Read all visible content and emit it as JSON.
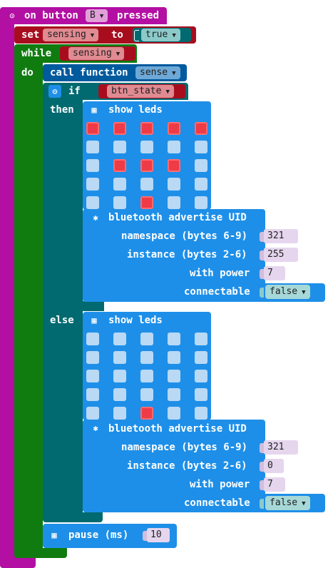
{
  "event": {
    "label_on": "on button",
    "button": "B",
    "label_pressed": "pressed"
  },
  "set_block": {
    "label": "set",
    "variable": "sensing",
    "label_to": "to",
    "value": "true"
  },
  "while_block": {
    "label": "while",
    "condition": "sensing",
    "do_label": "do"
  },
  "call_block": {
    "label": "call function",
    "function": "sense"
  },
  "if_block": {
    "if_label": "if",
    "condition": "btn_state",
    "then_label": "then",
    "else_label": "else"
  },
  "show_leds_label": "show leds",
  "leds_then": [
    [
      1,
      1,
      1,
      1,
      1
    ],
    [
      0,
      0,
      0,
      0,
      0
    ],
    [
      0,
      1,
      1,
      1,
      0
    ],
    [
      0,
      0,
      0,
      0,
      0
    ],
    [
      0,
      0,
      1,
      0,
      0
    ]
  ],
  "leds_else": [
    [
      0,
      0,
      0,
      0,
      0
    ],
    [
      0,
      0,
      0,
      0,
      0
    ],
    [
      0,
      0,
      0,
      0,
      0
    ],
    [
      0,
      0,
      0,
      0,
      0
    ],
    [
      0,
      0,
      1,
      0,
      0
    ]
  ],
  "bt_then": {
    "title": "bluetooth advertise UID",
    "ns_label": "namespace (bytes 6-9)",
    "ns": "321",
    "inst_label": "instance (bytes 2-6)",
    "inst": "255",
    "power_label": "with power",
    "power": "7",
    "conn_label": "connectable",
    "conn": "false"
  },
  "bt_else": {
    "title": "bluetooth advertise UID",
    "ns_label": "namespace (bytes 6-9)",
    "ns": "321",
    "inst_label": "instance (bytes 2-6)",
    "inst": "0",
    "power_label": "with power",
    "power": "7",
    "conn_label": "connectable",
    "conn": "false"
  },
  "pause": {
    "label": "pause (ms)",
    "value": "10"
  },
  "colors": {
    "event": "#b30fa3",
    "variables": "#a80d1e",
    "logic": "#006a70",
    "loops": "#107c10",
    "functions": "#005a9e",
    "basic": "#1e8fe8"
  }
}
